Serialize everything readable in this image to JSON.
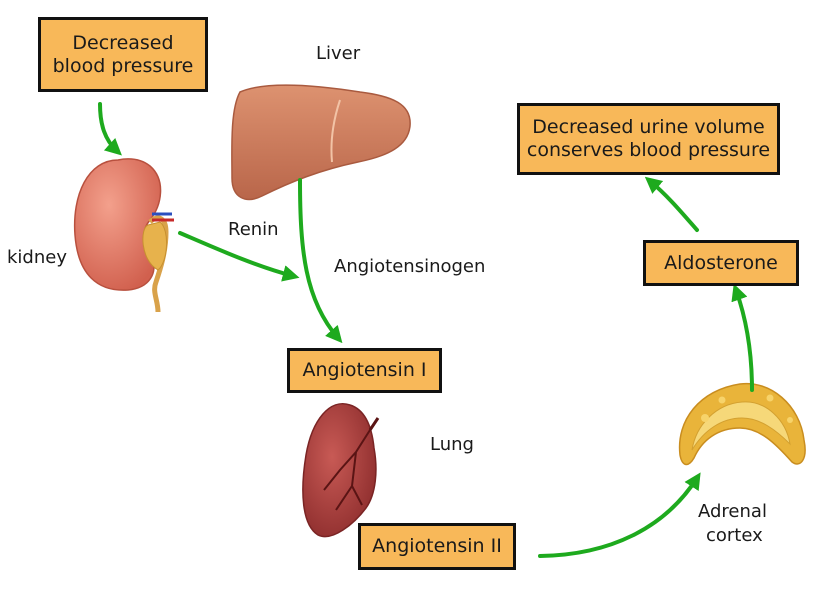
{
  "colors": {
    "box_fill": "#f8b859",
    "box_border": "#111111",
    "arrow": "#1eaa1e",
    "liver": "#c97a5a",
    "kidney": "#e07a66",
    "lung": "#a83a3a",
    "adrenal": "#e9b43a"
  },
  "icons": [
    "kidney-icon",
    "liver-icon",
    "lung-icon",
    "adrenal-gland-icon"
  ],
  "boxes": {
    "decreased_bp": {
      "line1": "Decreased",
      "line2": "blood pressure"
    },
    "angiotensin1": "Angiotensin I",
    "angiotensin2": "Angiotensin II",
    "aldosterone": "Aldosterone",
    "urine": {
      "line1": "Decreased urine volume",
      "line2": "conserves blood pressure"
    }
  },
  "labels": {
    "liver": "Liver",
    "kidney": "kidney",
    "renin": "Renin",
    "angiotensinogen": "Angiotensinogen",
    "lung": "Lung",
    "adrenal": {
      "line1": "Adrenal",
      "line2": "cortex"
    }
  }
}
